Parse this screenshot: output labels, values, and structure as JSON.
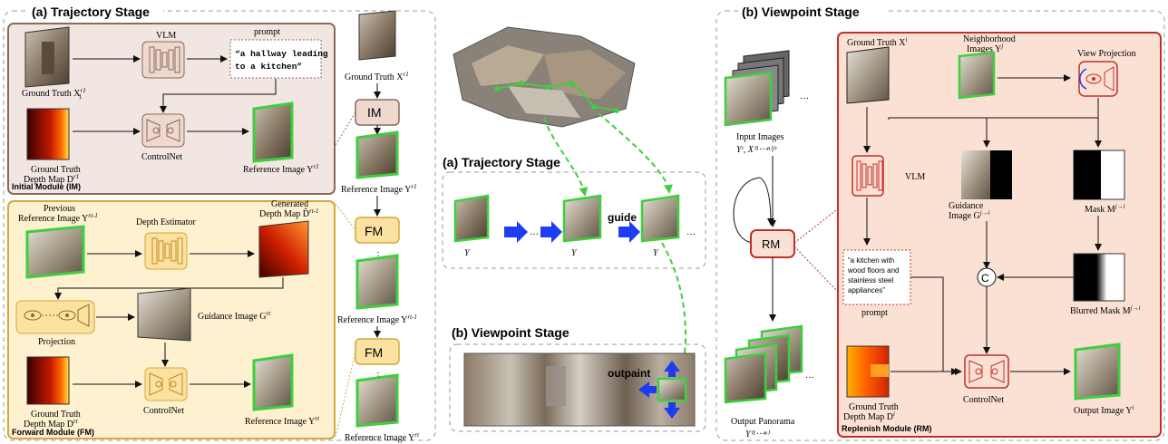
{
  "trajectory": {
    "title": "(a) Trajectory Stage",
    "initial_module": {
      "title": "Initial Module (IM)",
      "vlm": "VLM",
      "prompt_label": "prompt",
      "prompt_text_1": "“a hallway leading",
      "prompt_text_2": "to a kitchen”",
      "gt_label": "Ground Truth X",
      "gt_sup": "r1",
      "gt_sub": "1",
      "depth_label_1": "Ground Truth",
      "depth_label_2": "Depth Map D",
      "controlnet": "ControlNet",
      "ref_label": "Reference Image Y"
    },
    "forward_module": {
      "title": "Forward Module (FM)",
      "prev_label_1": "Previous",
      "prev_label_2": "Reference Image Y",
      "depth_estimator": "Depth Estimator",
      "gen_label_1": "Generated",
      "gen_label_2": "Depth Map D̂",
      "projection": "Projection",
      "guidance_label": "Guidance Image G",
      "depth_label_1": "Ground Truth",
      "depth_label_2": "Depth Map D",
      "controlnet": "ControlNet",
      "ref_label": "Reference Image Y"
    },
    "column": {
      "gt_label": "Ground Truth X",
      "im": "IM",
      "ref1": "Reference Image Y",
      "fm": "FM",
      "ref2": "Reference Image Y",
      "ref3": "Reference Image Y",
      "dots": "⋮"
    }
  },
  "middle": {
    "traj_title": "(a) Trajectory Stage",
    "guide": "guide",
    "y1": "Y",
    "yt1": "Y",
    "yt": "Y",
    "ellipsis": "···",
    "view_title": "(b) Viewpoint Stage",
    "outpaint": "outpaint"
  },
  "viewpoint": {
    "title": "(b) Viewpoint Stage",
    "input_label_1": "Input Images",
    "input_label_2": "Yʳ, X⁽¹‧‧‧ⁿ⁾/ʳ",
    "rm": "RM",
    "output_label_1": "Output Panorama",
    "output_label_2": "Y⁽¹‧‧‧ⁿ⁾",
    "replenish": {
      "title": "Replenish Module (RM)",
      "gt_label": "Ground Truth X",
      "neigh_1": "Neighborhood",
      "neigh_2": "Images Y",
      "view_proj": "View Projection",
      "vlm": "VLM",
      "guid_1": "Guidance",
      "guid_2": "Image G",
      "mask": "Mask M",
      "prompt_1": "“a kitchen with",
      "prompt_2": "wood floors and",
      "prompt_3": "stainless steel",
      "prompt_4": "appliances”",
      "prompt_label": "prompt",
      "concat": "C",
      "blurred": "Blurred Mask M",
      "depth_1": "Ground Truth",
      "depth_2": "Depth Map D",
      "controlnet": "ControlNet",
      "output": "Output Image Y"
    }
  },
  "colors": {
    "im_bg": "#f1e6e1",
    "im_border": "#8a6a5a",
    "fm_bg": "#fdf1cf",
    "fm_border": "#d6a73a",
    "rm_bg": "#fbe1d4",
    "rm_border": "#c0302a",
    "green": "#3ecf3e",
    "blue": "#1e3cf0"
  }
}
